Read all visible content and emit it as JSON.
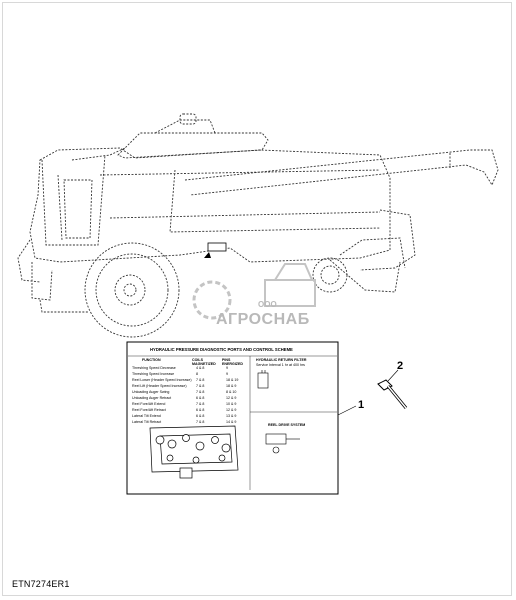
{
  "figure": {
    "id": "ETN7274ER1",
    "callouts": [
      "1",
      "2"
    ]
  },
  "watermark": {
    "company_prefix": "ООО",
    "company_name": "АГРОСНАБ"
  },
  "decal": {
    "title": "HYDRAULIC PRESSURE DIAGNOSTIC PORTS AND CONTROL SCHEME",
    "col_function": "FUNCTION",
    "col_coils": "COILS MAGNETIZED",
    "col_pins": "PINS ENERGIZED",
    "filter_title": "HYDRAULIC RETURN FILTER",
    "filter_note": "Service Interval 1 hr at 400 hrs",
    "reel_title": "REEL DRIVE SYSTEM",
    "rows": [
      {
        "f": "Threshing Speed Decrease",
        "c": "4 & 8",
        "p": "9"
      },
      {
        "f": "Threshing Speed Increase",
        "c": "8",
        "p": "9"
      },
      {
        "f": "Reel Lower (Header Speed Increase)",
        "c": "7 & 8",
        "p": "18 & 19"
      },
      {
        "f": "Reel Lift (Header Speed Increase)",
        "c": "7 & 8",
        "p": "18 & 9"
      },
      {
        "f": "Unloading Auger Swing",
        "c": "7 & 8",
        "p": "8 & 10"
      },
      {
        "f": "Unloading Auger Retract",
        "c": "6 & 8",
        "p": "12 & 9"
      },
      {
        "f": "Reel Fore/Aft Extend",
        "c": "7 & 8",
        "p": "10 & 9"
      },
      {
        "f": "Reel Fore/Aft Retract",
        "c": "6 & 8",
        "p": "12 & 9"
      },
      {
        "f": "Lateral Tilt Extend",
        "c": "6 & 8",
        "p": "13 & 9"
      },
      {
        "f": "Lateral Tilt Retract",
        "c": "7 & 8",
        "p": "14 & 9"
      }
    ]
  }
}
